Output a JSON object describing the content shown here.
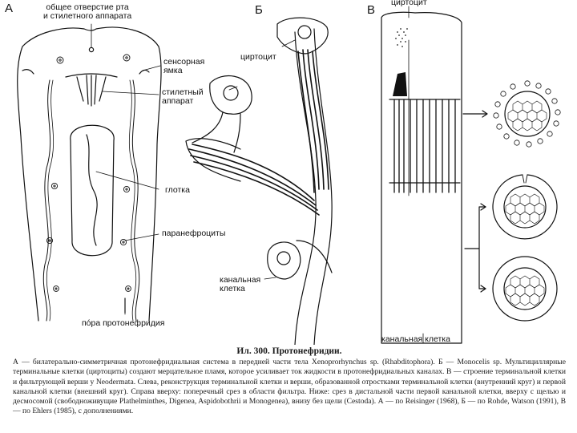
{
  "panels": {
    "a": "А",
    "b": "Б",
    "c": "В"
  },
  "labels": {
    "mouth": "общее отверстие рта\nи стилетного аппарата",
    "sensory_pit": "сенсорная\nямка",
    "stylet": "стилетный\nаппарат",
    "pharynx": "глотка",
    "paranephrocytes": "паранефроциты",
    "pore": "пóра протонефридия",
    "cyrtocyte_b": "циртоцит",
    "canal_cell_b": "канальная\nклетка",
    "cyrtocyte_c": "циртоцит",
    "canal_cell_c": "канальная клетка"
  },
  "caption": {
    "title": "Ил. 300. Протонефридии.",
    "body": "А — билатерально-симметричная протонефридиальная система в передней части тела Xenoprorhynchus sp. (Rhabditophora). Б — Monocelis sp. Мультициллярные терминальные клетки (циртоциты) создают мерцательное пламя, которое усиливает ток жидкости в протонефридиальных каналах. В — строение терминальной клетки и фильтрующей верши у Neodermata. Слева, реконструкция терминальной клетки и верши, образованной отростками терминальной клетки (внутренний круг) и первой канальной клетки (внешний круг). Справа вверху: поперечный срез в области фильтра. Ниже: срез в дистальной части первой канальной клетки, вверху с щелью и десмосомой (свободноживущие Plathelminthes, Digenea, Aspidobothrii и Monogenea), внизу без щели (Cestoda). А — по Reisinger (1968), Б — по Rohde, Watson (1991), В — по Ehlers (1985), с дополнениями."
  },
  "colors": {
    "ink": "#111111",
    "stipple": "#555555"
  }
}
